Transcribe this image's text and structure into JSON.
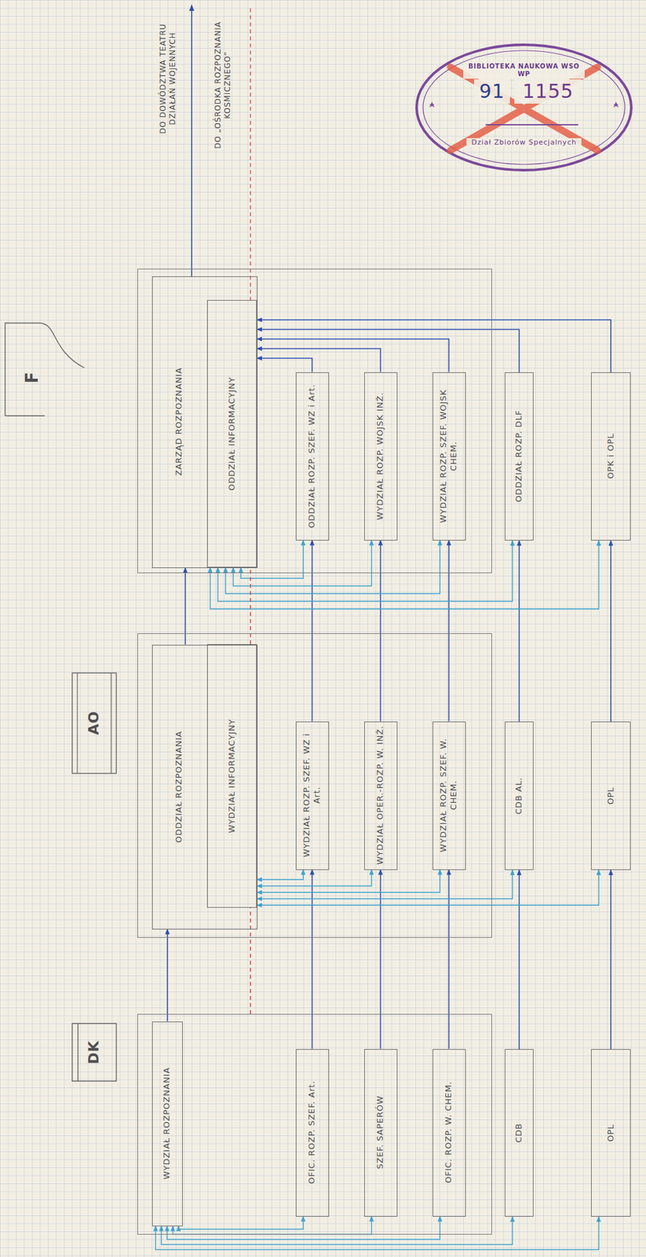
{
  "diagram": {
    "nodes": [
      {
        "text": [
          "F"
        ]
      },
      {
        "text": [
          "ZARZĄD ROZPOZNANIA"
        ],
        "in": 0
      },
      {
        "text": [
          "ODDZIAŁ INFORMACYJNY"
        ],
        "in": 1
      },
      {
        "text": [
          "ODDZIAŁ ROZP. SZEF. WZ i Art."
        ],
        "in": 0
      },
      {
        "text": [
          "WYDZIAŁ ROZP. WOJSK INŻ."
        ],
        "in": 0
      },
      {
        "text": [
          "WYDZIAŁ ROZP. SZEF. WOJSK CHEM."
        ],
        "in": 0
      },
      {
        "text": [
          "ODDZIAŁ ROZP. DLF"
        ]
      },
      {
        "text": [
          "OPK i OPL"
        ]
      },
      {
        "text": [
          "AO"
        ]
      },
      {
        "text": [
          "ODDZIAŁ ROZPOZNANIA"
        ],
        "in": 8
      },
      {
        "text": [
          "WYDZIAŁ INFORMACYJNY"
        ],
        "in": 9
      },
      {
        "text": [
          "WYDZIAŁ ROZP. SZEF. WZ i Art."
        ],
        "in": 8
      },
      {
        "text": [
          "WYDZIAŁ OPER.-ROZP. W. INŻ."
        ],
        "in": 8
      },
      {
        "text": [
          "WYDZIAŁ ROZP. SZEF. W. CHEM."
        ],
        "in": 8
      },
      {
        "text": [
          "CDB AL."
        ]
      },
      {
        "text": [
          "OPL"
        ]
      },
      {
        "text": [
          "DK"
        ]
      },
      {
        "text": [
          "WYDZIAŁ ROZPOZNANIA"
        ],
        "in": 16
      },
      {
        "text": [
          "OFIC. ROZP. SZEF. Art."
        ],
        "in": 16
      },
      {
        "text": [
          "SZEF. SAPERÓW"
        ],
        "in": 16
      },
      {
        "text": [
          "OFIC. ROZP. W. CHEM."
        ],
        "in": 16
      },
      {
        "text": [
          "CDB"
        ]
      },
      {
        "text": [
          "OPL"
        ]
      }
    ],
    "edges": [
      {
        "from": 17,
        "to": 9,
        "arrow": "to"
      },
      {
        "from": 18,
        "to": 11,
        "arrow": "to"
      },
      {
        "from": 19,
        "to": 12,
        "arrow": "to"
      },
      {
        "from": 20,
        "to": 13,
        "arrow": "to"
      },
      {
        "from": 21,
        "to": 14,
        "arrow": "to"
      },
      {
        "from": 22,
        "to": 15,
        "arrow": "to"
      },
      {
        "from": 9,
        "to": 1,
        "arrow": "to"
      },
      {
        "from": 11,
        "to": 3,
        "arrow": "to"
      },
      {
        "from": 12,
        "to": 4,
        "arrow": "to"
      },
      {
        "from": 13,
        "to": 5,
        "arrow": "to"
      },
      {
        "from": 14,
        "to": 6,
        "arrow": "to"
      },
      {
        "from": 15,
        "to": 7,
        "arrow": "to"
      },
      {
        "from": 3,
        "to": 2,
        "arrow": "to"
      },
      {
        "from": 4,
        "to": 2,
        "arrow": "to"
      },
      {
        "from": 5,
        "to": 2,
        "arrow": "to"
      },
      {
        "from": 6,
        "to": 2,
        "arrow": "to"
      },
      {
        "from": 7,
        "to": 2,
        "arrow": "to"
      },
      {
        "from": 2,
        "to": 3,
        "arrow": "both"
      },
      {
        "from": 2,
        "to": 4,
        "arrow": "both"
      },
      {
        "from": 2,
        "to": 5,
        "arrow": "both"
      },
      {
        "from": 2,
        "to": 6,
        "arrow": "both"
      },
      {
        "from": 2,
        "to": 7,
        "arrow": "both"
      },
      {
        "from": 10,
        "to": 11,
        "arrow": "both"
      },
      {
        "from": 10,
        "to": 12,
        "arrow": "both"
      },
      {
        "from": 10,
        "to": 13,
        "arrow": "both"
      },
      {
        "from": 10,
        "to": 14,
        "arrow": "both"
      },
      {
        "from": 10,
        "to": 15,
        "arrow": "both"
      },
      {
        "from": 17,
        "to": 18,
        "arrow": "both"
      },
      {
        "from": 17,
        "to": 19,
        "arrow": "both"
      },
      {
        "from": 17,
        "to": 20,
        "arrow": "both"
      },
      {
        "from": 17,
        "to": 21,
        "arrow": "both"
      },
      {
        "from": 17,
        "to": 22,
        "arrow": "both"
      },
      {
        "from": 16,
        "to": 10,
        "arrow": "none"
      },
      {
        "from": 10,
        "to": 2,
        "arrow": "none"
      }
    ],
    "labels": [
      "DO DOWÓDZTWA TEATRU DZIAŁAŃ WOJENNYCH",
      "DO „OŚRODKA ROZPOZNANIA KOSMICZNEGO”",
      "BIBLIOTEKA NAUKOWA WSO WP",
      "Dział Zbiorów Specjalnych",
      "1155",
      "91"
    ]
  }
}
